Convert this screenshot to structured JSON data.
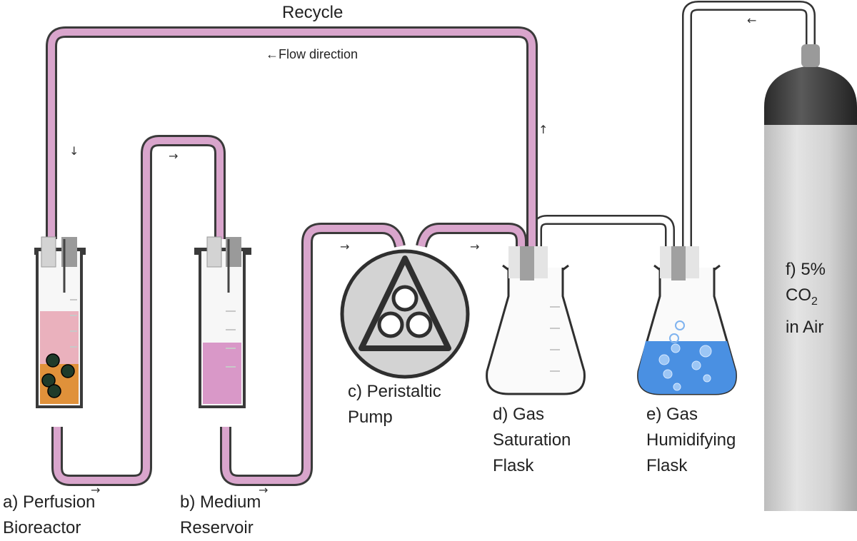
{
  "top_label": "Recycle",
  "flow_direction": "←Flow direction",
  "arrows": {
    "recycle_down": "↓",
    "bioreactor_to_reservoir_top": "→",
    "reservoir_to_pump": "→",
    "pump_to_saturation": "→",
    "saturation_up": "↑",
    "gas_in": "←",
    "bottom_a": "→",
    "bottom_b": "→"
  },
  "components": {
    "a": {
      "line1": "a) Perfusion",
      "line2": "Bioreactor"
    },
    "b": {
      "line1": "b) Medium",
      "line2": "Reservoir"
    },
    "c": {
      "line1": "c) Peristaltic",
      "line2": "Pump"
    },
    "d": {
      "line1": "d) Gas",
      "line2": "Saturation",
      "line3": "Flask"
    },
    "e": {
      "line1": "e) Gas",
      "line2": "Humidifying",
      "line3": "Flask"
    },
    "f": {
      "line1": "f) 5%",
      "co": "CO",
      "sub": "2",
      "line3": "in Air"
    }
  },
  "colors": {
    "tube_outline": "#3a3a3a",
    "tube_fill": "#d9a5cc",
    "medium_pink": "#e9b3c2",
    "reservoir_fill": "#d998c8",
    "orange_layer": "#e0913a",
    "water_blue": "#4a90e2",
    "pump_gray": "#d3d3d3",
    "tank_gray": "#d6d6d6",
    "tank_dark": "#3a3a3a"
  }
}
